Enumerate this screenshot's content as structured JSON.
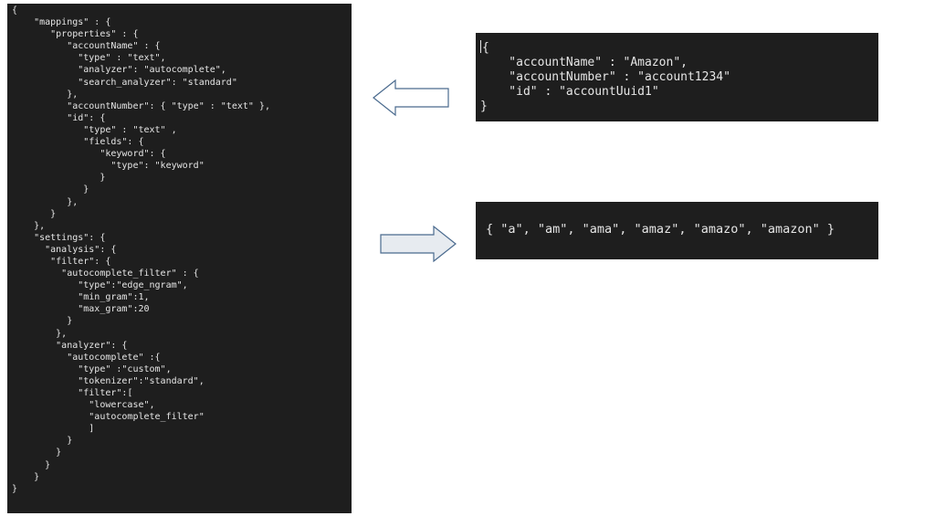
{
  "mapping_json": "{\n    \"mappings\" : {\n       \"properties\" : {\n          \"accountName\" : {\n            \"type\" : \"text\",\n            \"analyzer\": \"autocomplete\",\n            \"search_analyzer\": \"standard\"\n          },\n          \"accountNumber\": { \"type\" : \"text\" },\n          \"id\": {\n             \"type\" : \"text\" ,\n             \"fields\": {\n                \"keyword\": {\n                  \"type\": \"keyword\"\n                }\n             }\n          },\n       }\n    },\n    \"settings\": {\n      \"analysis\": {\n       \"filter\": {\n         \"autocomplete_filter\" : {\n            \"type\":\"edge_ngram\",\n            \"min_gram\":1,\n            \"max_gram\":20\n          }\n        },\n        \"analyzer\": {\n          \"autocomplete\" :{\n            \"type\" :\"custom\",\n            \"tokenizer\":\"standard\",\n            \"filter\":[\n              \"lowercase\",\n              \"autocomplete_filter\"\n              ]\n          }\n        }\n      }\n    }\n}",
  "document_json": "{\n    \"accountName\" : \"Amazon\",\n    \"accountNumber\" : \"account1234\"\n    \"id\" : \"accountUuid1\"\n}",
  "tokens_text": "{ \"a\", \"am\", \"ama\", \"amaz\", \"amazo\", \"amazon\" }",
  "colors": {
    "panel_bg": "#1e1e1e",
    "code_text": "#e6e6e6",
    "arrow_left_fill": "#ffffff",
    "arrow_right_fill": "#e7ebf0",
    "arrow_stroke": "#4a6a8e"
  }
}
